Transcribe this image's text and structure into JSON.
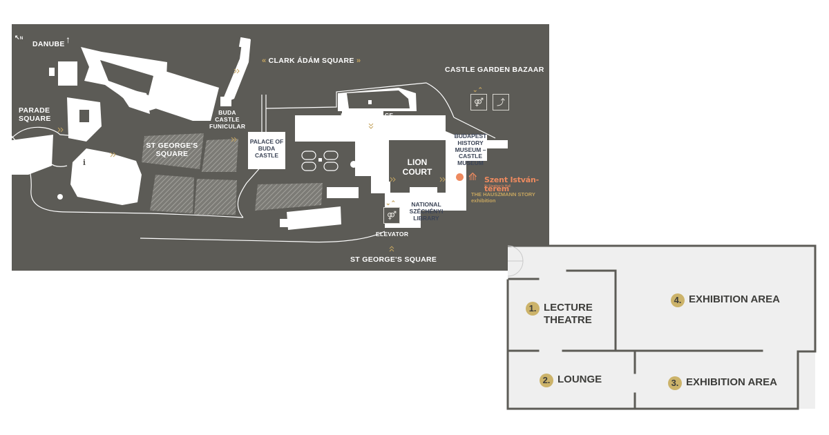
{
  "map": {
    "north_marker": "N",
    "labels": {
      "danube": "DANUBE",
      "clark_adam_square": "CLARK ÁDÁM SQUARE",
      "castle_garden_bazaar": "CASTLE GARDEN BAZAAR",
      "parade_square": "PARADE SQUARE",
      "buda_castle_funicular": "BUDA CASTLE FUNICULAR",
      "st_georges_square_upper": "ST GEORGE'S SQUARE",
      "savoy_terrace": "SAVOY TERRACE",
      "palace_of_buda_castle": "PALACE OF BUDA CASTLE",
      "lion_court": "LION COURT",
      "budapest_history_museum": "BUDAPEST HISTORY MUSEUM – CASTLE MUSEUM",
      "national_szechenyi_library": "NATIONAL SZÉCHÉNYI LIBRARY",
      "elevator": "ELEVATOR",
      "st_georges_square_lower": "ST GEORGE'S SQUARE"
    },
    "venue": {
      "name": "Szent István-terem",
      "subtitle": "St Stephen's Hall",
      "exhibition_title": "THE HAUSZMANN STORY",
      "exhibition_subtitle": "exhibition",
      "marker_color": "#ee8a5f"
    },
    "icons": [
      "info-icon",
      "restroom-icon",
      "escalator-icon",
      "elevator-icon"
    ],
    "colors": {
      "background": "#5c5b56",
      "buildings": "#ffffff",
      "accent": "#c4a45f"
    }
  },
  "floor_plan": {
    "rooms": [
      {
        "number": "1.",
        "name": "LECTURE THEATRE"
      },
      {
        "number": "2.",
        "name": "LOUNGE"
      },
      {
        "number": "3.",
        "name": "EXHIBITION AREA"
      },
      {
        "number": "4.",
        "name": "EXHIBITION AREA"
      }
    ],
    "colors": {
      "floor": "#efefef",
      "walls": "#5c5b56",
      "badge": "#ccb36a"
    }
  }
}
